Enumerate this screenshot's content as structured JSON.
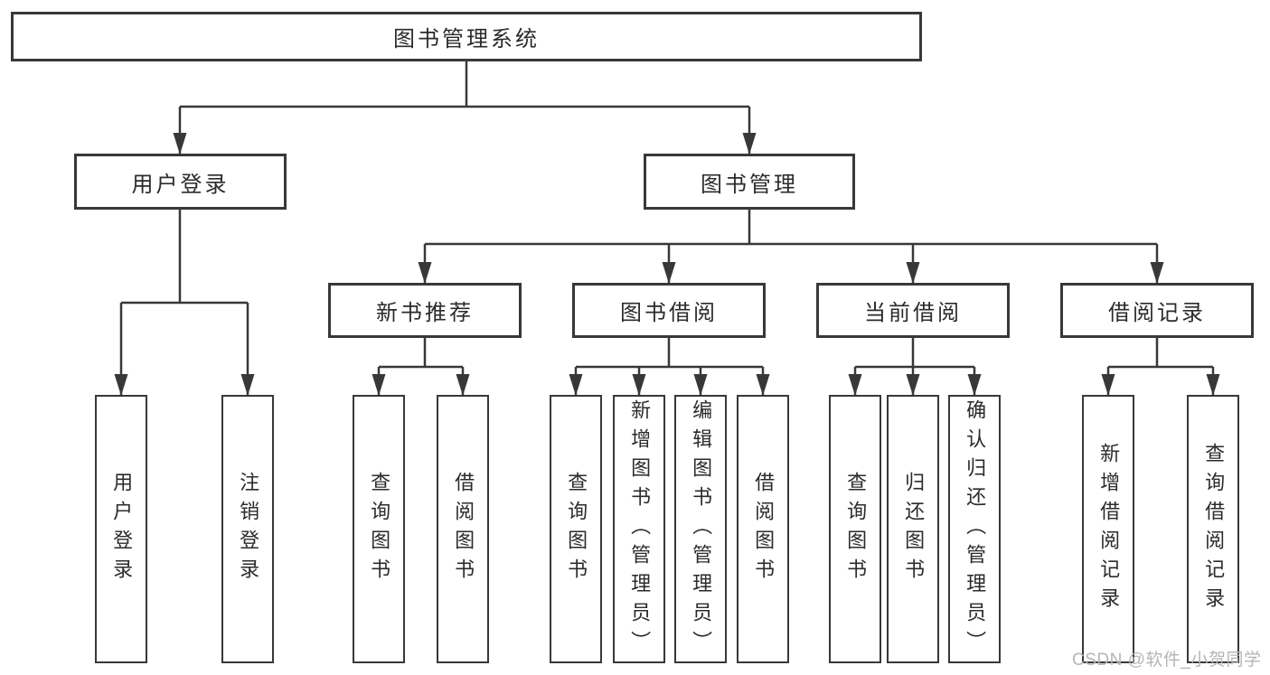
{
  "diagram": {
    "root": {
      "label": "图书管理系统",
      "children": [
        {
          "label": "用户登录",
          "children": [
            {
              "label": "用户登录"
            },
            {
              "label": "注销登录"
            }
          ]
        },
        {
          "label": "图书管理",
          "children": [
            {
              "label": "新书推荐",
              "children": [
                {
                  "label": "查询图书"
                },
                {
                  "label": "借阅图书"
                }
              ]
            },
            {
              "label": "图书借阅",
              "children": [
                {
                  "label": "查询图书"
                },
                {
                  "label": "新增图书（管理员）"
                },
                {
                  "label": "编辑图书（管理员）"
                },
                {
                  "label": "借阅图书"
                }
              ]
            },
            {
              "label": "当前借阅",
              "children": [
                {
                  "label": "查询图书"
                },
                {
                  "label": "归还图书"
                },
                {
                  "label": "确认归还（管理员）"
                }
              ]
            },
            {
              "label": "借阅记录",
              "children": [
                {
                  "label": "新增借阅记录"
                },
                {
                  "label": "查询借阅记录"
                }
              ]
            }
          ]
        }
      ]
    }
  },
  "watermark": "CSDN @软件_小贺同学",
  "colors": {
    "line": "#383838",
    "text": "#2b2b2b",
    "background": "#ffffff",
    "watermark": "#b5b5b5"
  }
}
